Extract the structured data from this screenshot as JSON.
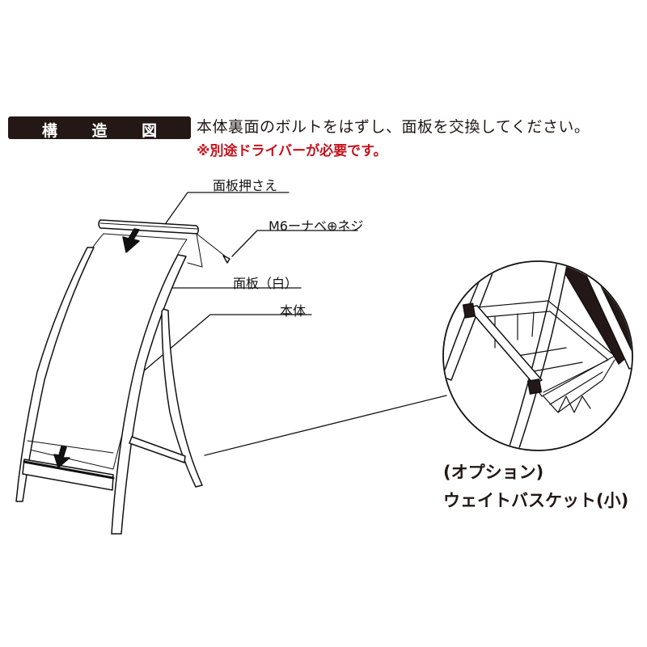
{
  "header": {
    "title": "構 造 図",
    "instruction": "本体裏面のボルトをはずし、面板を交換してください。",
    "warning": "※別途ドライバーが必要です。",
    "colors": {
      "title_bg": "#231815",
      "title_text": "#ffffff",
      "warning": "#c3141e"
    }
  },
  "labels": {
    "face_plate_holder": "面板押さえ",
    "screw": "M6ーナベ⊕ネジ",
    "face_plate": "面板（白）",
    "body": "本体"
  },
  "option": {
    "line1": "(オプション)",
    "line2": "ウェイトバスケット(小)"
  },
  "icons": [
    "arrow-down-icon",
    "screw-icon",
    "basket-detail-circle"
  ]
}
